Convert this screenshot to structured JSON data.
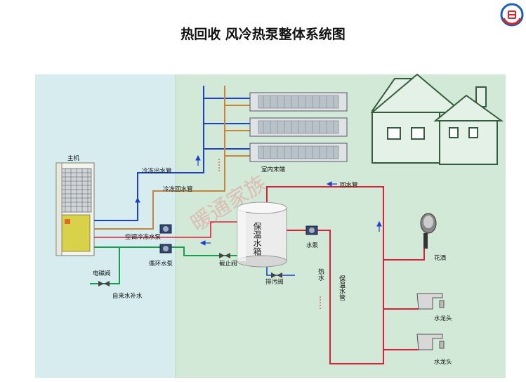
{
  "title": "热回收 风冷热泵整体系统图",
  "watermark": "暖通家族",
  "logo": {
    "name": "hvac-family-logo",
    "colors": [
      "#1e5fb4",
      "#d8232a"
    ]
  },
  "colors": {
    "left_panel": "#d6ecef",
    "right_panel": "#d1e9d6",
    "blue_pipe": "#1e40c8",
    "orange_pipe": "#c8853a",
    "green_pipe": "#15a04a",
    "red_pipe": "#e01e3a",
    "house_fill": "#e4f1e6",
    "house_stroke": "#355c3c"
  },
  "labels": {
    "main_unit": "主机",
    "chilled_out": "冷冻出水管",
    "chilled_return": "冷冻回水管",
    "indoor_terminal": "室内末端",
    "return_pipe": "回水管",
    "ac_pump": "空调冷冻水泵",
    "circ_pump": "循环水泵",
    "solenoid_valve": "电磁阀",
    "tap_water": "自来水补水",
    "shutoff_valve": "截止阀",
    "drain_valve": "排污阀",
    "tank": "保温水箱",
    "water_pump": "水泵",
    "hot_water": "热水",
    "insulated_pipe": "保温水管",
    "shower": "花洒",
    "faucet_1": "水龙头",
    "faucet_2": "水龙头"
  }
}
